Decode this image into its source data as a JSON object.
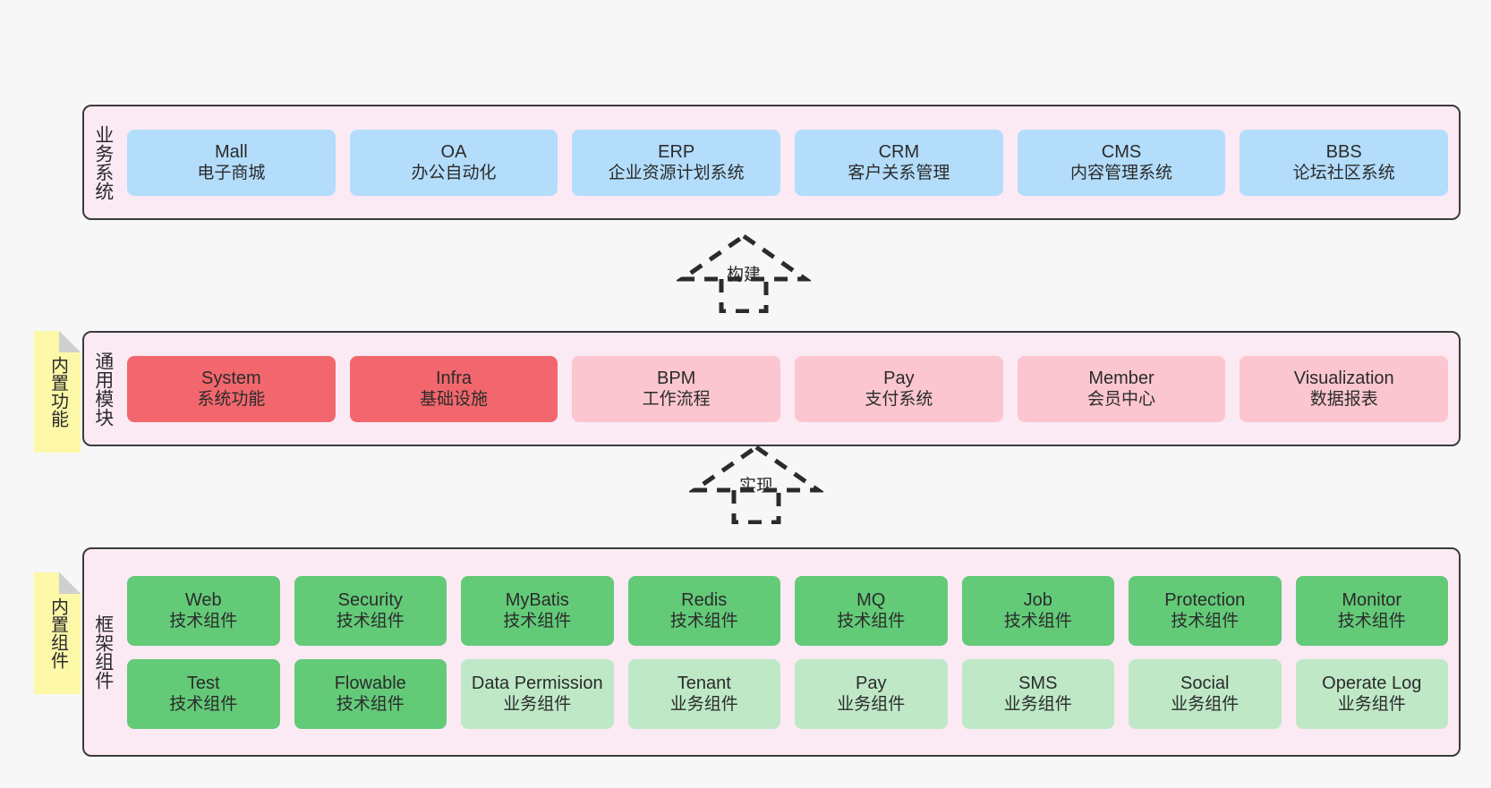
{
  "layers": [
    {
      "id": "business",
      "title": "业务系统",
      "rows": [
        {
          "items": [
            {
              "name": "Mall",
              "sub": "电子商城",
              "color": "#b3ddfb"
            },
            {
              "name": "OA",
              "sub": "办公自动化",
              "color": "#b3ddfb"
            },
            {
              "name": "ERP",
              "sub": "企业资源计划系统",
              "color": "#b3ddfb"
            },
            {
              "name": "CRM",
              "sub": "客户关系管理",
              "color": "#b3ddfb"
            },
            {
              "name": "CMS",
              "sub": "内容管理系统",
              "color": "#b3ddfb"
            },
            {
              "name": "BBS",
              "sub": "论坛社区系统",
              "color": "#b3ddfb"
            }
          ]
        }
      ]
    },
    {
      "id": "modules",
      "title": "通用模块",
      "rows": [
        {
          "items": [
            {
              "name": "System",
              "sub": "系统功能",
              "color": "#f2676d"
            },
            {
              "name": "Infra",
              "sub": "基础设施",
              "color": "#f2676d"
            },
            {
              "name": "BPM",
              "sub": "工作流程",
              "color": "#fbc6cf"
            },
            {
              "name": "Pay",
              "sub": "支付系统",
              "color": "#fbc6cf"
            },
            {
              "name": "Member",
              "sub": "会员中心",
              "color": "#fbc6cf"
            },
            {
              "name": "Visualization",
              "sub": "数据报表",
              "color": "#fbc6cf"
            }
          ]
        }
      ]
    },
    {
      "id": "framework",
      "title": "框架组件",
      "rows": [
        {
          "items": [
            {
              "name": "Web",
              "sub": "技术组件",
              "color": "#63ca78"
            },
            {
              "name": "Security",
              "sub": "技术组件",
              "color": "#63ca78"
            },
            {
              "name": "MyBatis",
              "sub": "技术组件",
              "color": "#63ca78"
            },
            {
              "name": "Redis",
              "sub": "技术组件",
              "color": "#63ca78"
            },
            {
              "name": "MQ",
              "sub": "技术组件",
              "color": "#63ca78"
            },
            {
              "name": "Job",
              "sub": "技术组件",
              "color": "#63ca78"
            },
            {
              "name": "Protection",
              "sub": "技术组件",
              "color": "#63ca78"
            },
            {
              "name": "Monitor",
              "sub": "技术组件",
              "color": "#63ca78"
            }
          ]
        },
        {
          "items": [
            {
              "name": "Test",
              "sub": "技术组件",
              "color": "#63ca78"
            },
            {
              "name": "Flowable",
              "sub": "技术组件",
              "color": "#63ca78"
            },
            {
              "name": "Data Permission",
              "sub": "业务组件",
              "color": "#bfe8c7"
            },
            {
              "name": "Tenant",
              "sub": "业务组件",
              "color": "#bfe8c7"
            },
            {
              "name": "Pay",
              "sub": "业务组件",
              "color": "#bfe8c7"
            },
            {
              "name": "SMS",
              "sub": "业务组件",
              "color": "#bfe8c7"
            },
            {
              "name": "Social",
              "sub": "业务组件",
              "color": "#bfe8c7"
            },
            {
              "name": "Operate Log",
              "sub": "业务组件",
              "color": "#bfe8c7"
            }
          ]
        }
      ]
    }
  ],
  "notes": [
    {
      "id": "builtin-func",
      "text": "内置功能"
    },
    {
      "id": "builtin-comp",
      "text": "内置组件"
    }
  ],
  "connectors": [
    {
      "id": "build",
      "label": "构建"
    },
    {
      "id": "impl",
      "label": "实现"
    }
  ],
  "colors": {
    "canvas": "#f7f7f7",
    "layer_fill": "#fbeaf4",
    "layer_border": "#3b3b3b",
    "note_fill": "#fcf8a8",
    "note_fold": "#cfcfcf",
    "business_card": "#b3ddfb",
    "module_core_card": "#f2676d",
    "module_card": "#fbc6cf",
    "tech_card": "#63ca78",
    "biz_card": "#bfe8c7",
    "text": "#2b2b2b"
  }
}
